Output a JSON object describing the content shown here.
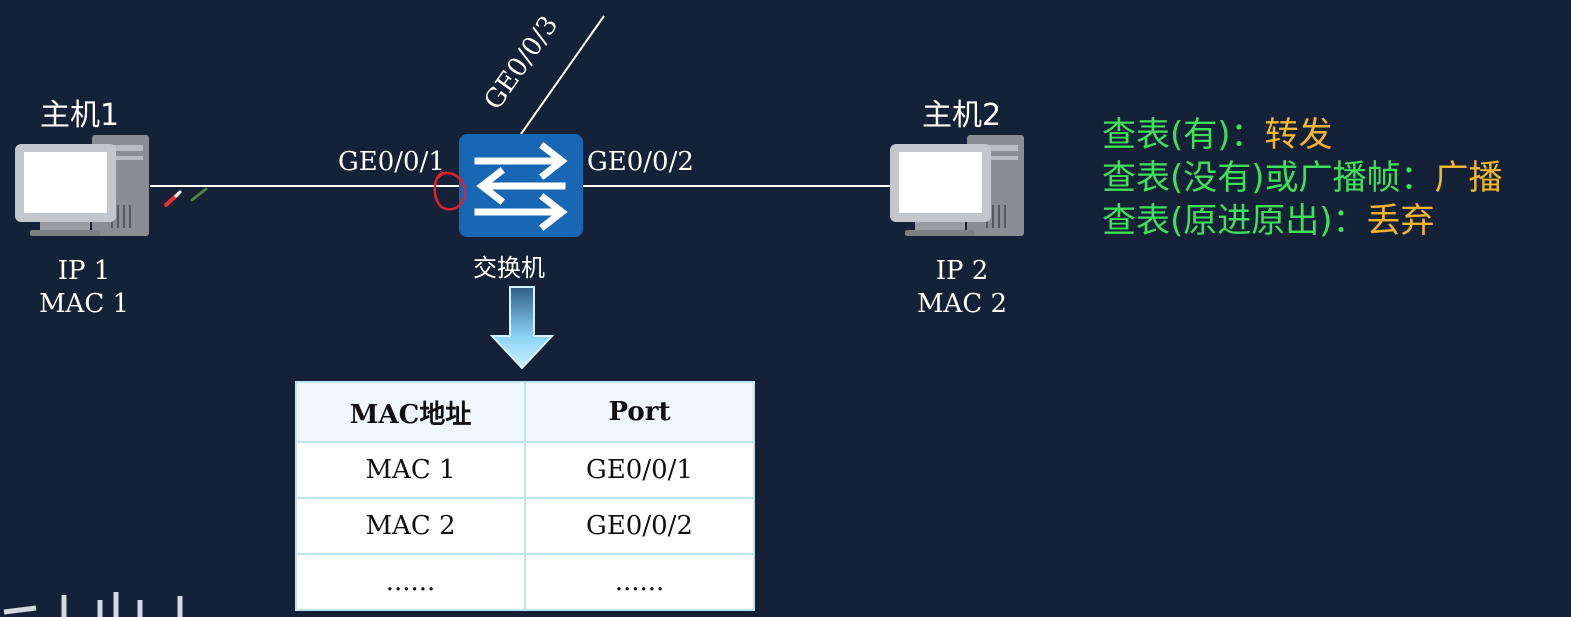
{
  "host1": {
    "title": "主机1",
    "ip": "IP 1",
    "mac": "MAC 1"
  },
  "host2": {
    "title": "主机2",
    "ip": "IP 2",
    "mac": "MAC 2"
  },
  "switch": {
    "label": "交换机"
  },
  "ports": {
    "p1": "GE0/0/1",
    "p2": "GE0/0/2",
    "p3": "GE0/0/3"
  },
  "rules": [
    {
      "cond": "查表(有)：",
      "action": "转发"
    },
    {
      "cond": "查表(没有)或广播帧：",
      "action": "广播"
    },
    {
      "cond": "查表(原进原出)：",
      "action": "丢弃"
    }
  ],
  "mac_table": {
    "headers": [
      "MAC地址",
      "Port"
    ],
    "rows": [
      [
        "MAC 1",
        "GE0/0/1"
      ],
      [
        "MAC 2",
        "GE0/0/2"
      ],
      [
        "......",
        "......"
      ]
    ]
  },
  "colors": {
    "background": "#152137",
    "condition": "#3ee05a",
    "action": "#f2b52c",
    "switch": "#1767b5",
    "annotation": "#e0202a"
  },
  "icons": [
    "computer-icon",
    "switch-icon",
    "down-arrow-icon",
    "pen-icon"
  ]
}
